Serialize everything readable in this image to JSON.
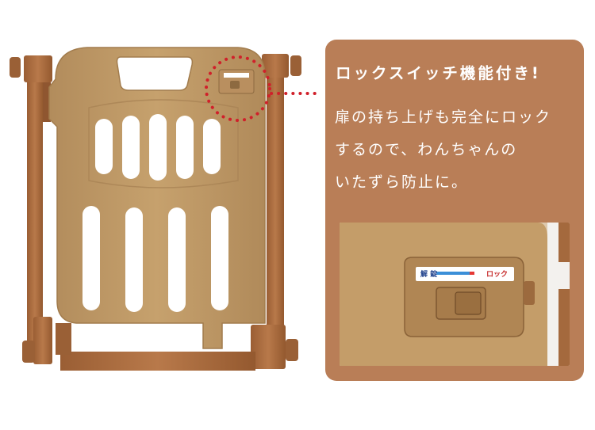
{
  "panel": {
    "heading": "ロックスイッチ機能付き!",
    "lines": [
      "扉の持ち上げも完全にロック",
      "するので、わんちゃんの",
      "いたずら防止に。"
    ],
    "switch_label_left": "解 錠",
    "switch_label_right": "ロック"
  },
  "colors": {
    "panel": "#b97e57",
    "gate_panel": "#c29a67",
    "frame": "#a86a3f",
    "accent_dots": "#d0202a"
  }
}
